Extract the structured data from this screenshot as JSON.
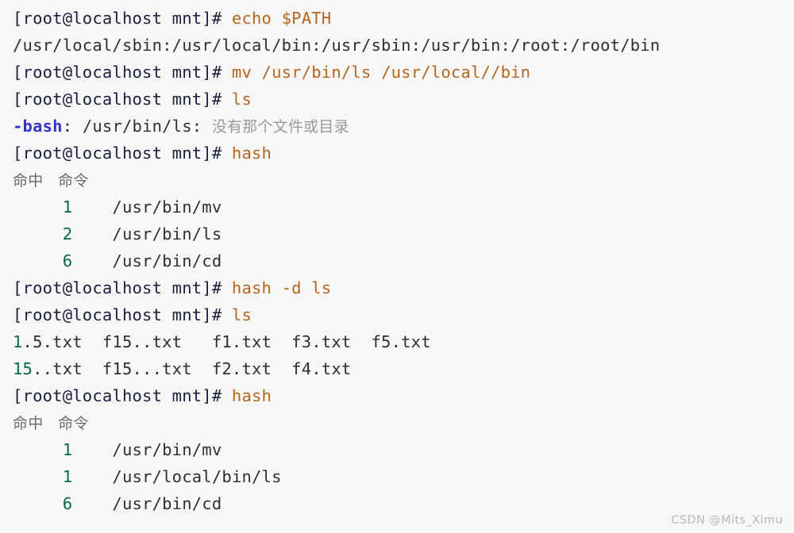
{
  "terminal": {
    "background_color": "#f7f7f7",
    "prompt_color": "#1a1f3c",
    "command_color": "#b5651d",
    "error_name_color": "#3333cc",
    "number_color": "#0b6b46",
    "text_color": "#2d2f33",
    "prompt": "[root@localhost mnt]#",
    "lines": [
      {
        "type": "command",
        "prompt": "[root@localhost mnt]#",
        "command": " echo $PATH"
      },
      {
        "type": "output",
        "text": "/usr/local/sbin:/usr/local/bin:/usr/sbin:/usr/bin:/root:/root/bin"
      },
      {
        "type": "command",
        "prompt": "[root@localhost mnt]#",
        "command": " mv /usr/bin/ls /usr/local//bin"
      },
      {
        "type": "command",
        "prompt": "[root@localhost mnt]#",
        "command": " ls"
      },
      {
        "type": "error",
        "name": "-bash",
        "sep": ": ",
        "path": "/usr/bin/ls: ",
        "message": "没有那个文件或目录"
      },
      {
        "type": "command",
        "prompt": "[root@localhost mnt]#",
        "command": " hash"
      },
      {
        "type": "hash-header",
        "col_hits": "命中",
        "col_command": "   命令"
      },
      {
        "type": "hash-row",
        "hits": "     1",
        "command": "    /usr/bin/mv"
      },
      {
        "type": "hash-row",
        "hits": "     2",
        "command": "    /usr/bin/ls"
      },
      {
        "type": "hash-row",
        "hits": "     6",
        "command": "    /usr/bin/cd"
      },
      {
        "type": "command",
        "prompt": "[root@localhost mnt]#",
        "command": " hash -d ls"
      },
      {
        "type": "command",
        "prompt": "[root@localhost mnt]#",
        "command": " ls"
      },
      {
        "type": "ls-output",
        "lead": "1",
        "rest": ".5.txt  f15..txt   f1.txt  f3.txt  f5.txt"
      },
      {
        "type": "ls-output",
        "lead": "15",
        "rest": "..txt  f15...txt  f2.txt  f4.txt"
      },
      {
        "type": "command",
        "prompt": "[root@localhost mnt]#",
        "command": " hash"
      },
      {
        "type": "hash-header",
        "col_hits": "命中",
        "col_command": "   命令"
      },
      {
        "type": "hash-row",
        "hits": "     1",
        "command": "    /usr/bin/mv"
      },
      {
        "type": "hash-row",
        "hits": "     1",
        "command": "    /usr/local/bin/ls"
      },
      {
        "type": "hash-row",
        "hits": "     6",
        "command": "    /usr/bin/cd"
      }
    ]
  },
  "watermark": {
    "text": "CSDN @Mits_Ximu"
  }
}
